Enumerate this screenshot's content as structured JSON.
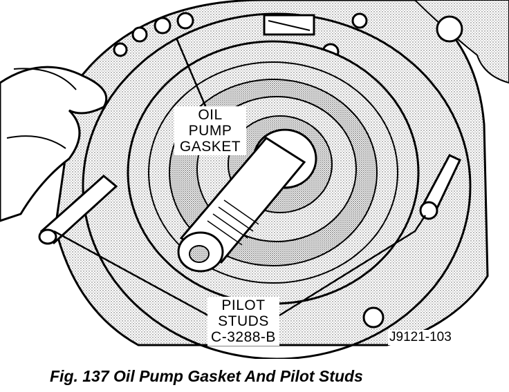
{
  "figure": {
    "caption": "Fig. 137 Oil Pump Gasket And Pilot Studs",
    "part_number": "J9121-103"
  },
  "callouts": {
    "gasket": {
      "lines": [
        "OIL",
        "PUMP",
        "GASKET"
      ]
    },
    "studs": {
      "lines": [
        "PILOT",
        "STUDS",
        "C-3288-B"
      ]
    }
  },
  "colors": {
    "ink": "#000000",
    "paper": "#ffffff",
    "shade": "#d9d9d9"
  }
}
